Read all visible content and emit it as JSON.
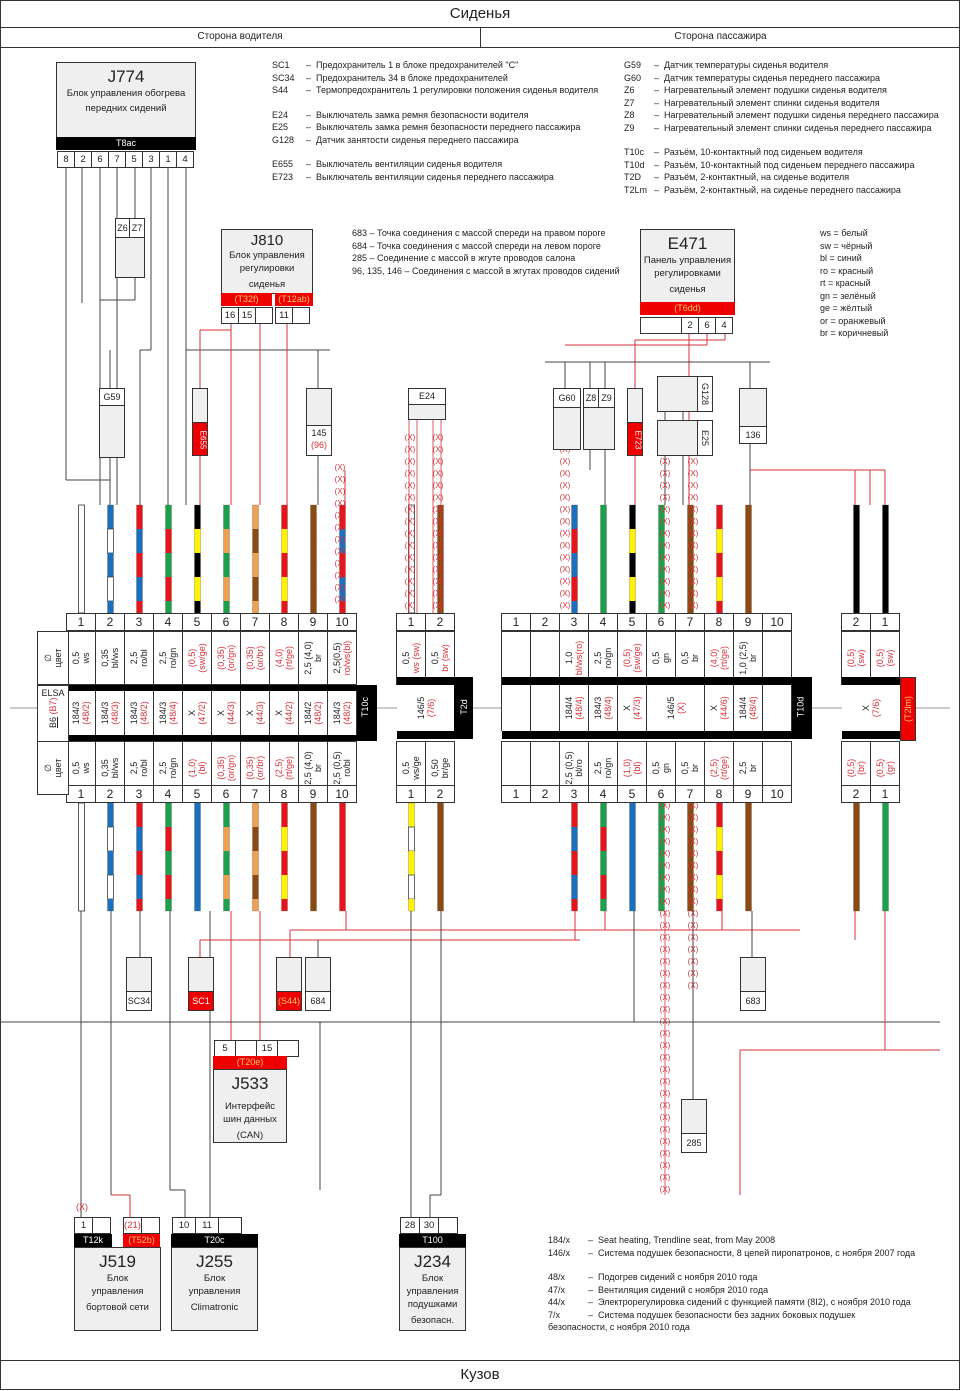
{
  "page": {
    "title": "Сиденья",
    "left_side": "Сторона водителя",
    "right_side": "Сторона пассажира",
    "footer": "Кузов"
  },
  "legend_top_left": [
    {
      "key": "SC1",
      "text": "Предохранитель 1 в блоке предохранителей \"C\""
    },
    {
      "key": "SC34",
      "text": "Предохранитель 34 в блоке предохранителей"
    },
    {
      "key": "S44",
      "text": "Термопредохранитель 1 регулировки положения сиденья водителя"
    },
    {
      "key": "",
      "text": ""
    },
    {
      "key": "E24",
      "text": "Выключатель замка ремня безопасности водителя"
    },
    {
      "key": "E25",
      "text": "Выключатель замка ремня безопасности переднего пассажира"
    },
    {
      "key": "G128",
      "text": "Датчик занятости сиденья переднего пассажира"
    },
    {
      "key": "",
      "text": ""
    },
    {
      "key": "E655",
      "text": "Выключатель вентиляции сиденья водителя"
    },
    {
      "key": "E723",
      "text": "Выключатель вентиляции сиденья переднего пассажира"
    }
  ],
  "legend_top_right": [
    {
      "key": "G59",
      "text": "Датчик температуры сиденья водителя"
    },
    {
      "key": "G60",
      "text": "Датчик температуры сиденья переднего пассажира"
    },
    {
      "key": "Z6",
      "text": "Нагревательный элемент подушки сиденья водителя"
    },
    {
      "key": "Z7",
      "text": "Нагревательный элемент спинки сиденья водителя"
    },
    {
      "key": "Z8",
      "text": "Нагревательный элемент подушки сиденья переднего пассажира"
    },
    {
      "key": "Z9",
      "text": "Нагревательный элемент спинки сиденья переднего пассажира"
    },
    {
      "key": "",
      "text": ""
    },
    {
      "key": "T10c",
      "text": "Разъём, 10-контактный под сиденьем водителя"
    },
    {
      "key": "T10d",
      "text": "Разъём, 10-контактный под сиденьем переднего пассажира"
    },
    {
      "key": "T2D",
      "text": "Разъём, 2-контактный, на сиденье водителя"
    },
    {
      "key": "T2Lm",
      "text": "Разъём, 2-контактный, на сиденье переднего пассажира"
    }
  ],
  "legend_ground": [
    {
      "key": "683",
      "text": "Точка соединения с массой спереди на правом пороге"
    },
    {
      "key": "684",
      "text": "Точка соединения с массой спереди на левом пороге"
    },
    {
      "key": "285",
      "text": "Соединение с массой в жгуте проводов  салона"
    },
    {
      "key": "96, 135, 146",
      "text": "Соединения с массой в жгутах проводов сидений"
    }
  ],
  "legend_colors": [
    {
      "key": "ws",
      "text": "белый"
    },
    {
      "key": "sw",
      "text": "чёрный"
    },
    {
      "key": "bl",
      "text": "синий"
    },
    {
      "key": "ro",
      "text": "красный"
    },
    {
      "key": "rt",
      "text": "красный"
    },
    {
      "key": "gn",
      "text": "зелёный"
    },
    {
      "key": "ge",
      "text": "жёлтый"
    },
    {
      "key": "or",
      "text": "оранжевый"
    },
    {
      "key": "br",
      "text": "коричневый"
    }
  ],
  "legend_bottom": [
    {
      "key": "184/x",
      "text": "Seat heating, Trendline seat, from May 2008"
    },
    {
      "key": "146/x",
      "text": "Система подушек безопасности, 8 цепей пиропатронов, с ноября 2007 года"
    },
    {
      "key": "",
      "text": ""
    },
    {
      "key": "48/x",
      "text": "Подогрев сидений с ноября 2010 года"
    },
    {
      "key": "47/x",
      "text": "Вентиляция сидений с ноября 2010 года"
    },
    {
      "key": "44/x",
      "text": "Электрорегулировка сидений с функцией памяти (8I2), с ноября 2010 года"
    },
    {
      "key": "7/x",
      "text": "Система подушек безопасности без задних боковых подушек"
    },
    {
      "key": "",
      "text": "безопасности, с ноября 2010 года"
    }
  ],
  "units": {
    "J774": {
      "code": "J774",
      "desc1": "Блок управления обогрева",
      "desc2": "передних сидений",
      "connector": "T8ac",
      "pins": [
        "8",
        "2",
        "6",
        "7",
        "5",
        "3",
        "1",
        "4"
      ]
    },
    "J810": {
      "code": "J810",
      "desc1": "Блок управления",
      "desc2": "регулировки",
      "desc3": "сиденья",
      "connector1": "(T32f)",
      "connector2": "(T12ab)",
      "pins1": [
        "16",
        "15",
        ""
      ],
      "pins2": [
        "11",
        ""
      ]
    },
    "E471": {
      "code": "E471",
      "desc1": "Панель управления",
      "desc2": "регулировками",
      "desc3": "сиденья",
      "connector": "(T6dd)",
      "pins": [
        "",
        "2",
        "6",
        "4"
      ]
    },
    "J533": {
      "code": "J533",
      "desc1": "Интерфейс",
      "desc2": "шин данных",
      "desc3": "(CAN)",
      "connector": "(T20e)",
      "pins": [
        "5",
        "",
        "15",
        ""
      ]
    },
    "J519": {
      "code": "J519",
      "desc1": "Блок",
      "desc2": "управления",
      "desc3": "бортовой сети",
      "connector1": "T12k",
      "connector2": "(T52b)",
      "pins1": [
        "1",
        ""
      ],
      "pins2": [
        "(21)",
        ""
      ],
      "note": "(X)"
    },
    "J255": {
      "code": "J255",
      "desc1": "Блок",
      "desc2": "управления",
      "desc3": "Climatronic",
      "connector": "T20c",
      "pins": [
        "10",
        "11",
        ""
      ]
    },
    "J234": {
      "code": "J234",
      "desc1": "Блок",
      "desc2": "управления",
      "desc3": "подушками",
      "desc4": "безопасн.",
      "connector": "T100",
      "pins": [
        "28",
        "30",
        ""
      ]
    }
  },
  "components": {
    "G59": "G59",
    "Z6": "Z6",
    "Z7": "Z7",
    "E655": "E655",
    "G145": "145",
    "G145_alt": "(96)",
    "E24": "E24",
    "G60": "G60",
    "Z8": "Z8",
    "Z9": "Z9",
    "E723": "E723",
    "G128": "G128",
    "E25": "E25",
    "G136": "136",
    "SC34": "SC34",
    "SC1": "SC1",
    "S44": "(S44)",
    "G684": "684",
    "G683": "683",
    "G285": "285"
  },
  "connectors": {
    "T10c": {
      "label": "T10c",
      "side_label_top": "ELSA",
      "side_label_b6": "B6",
      "side_label_b7": "(B7)",
      "diam_label": "∅\nцвет",
      "pins": [
        "1",
        "2",
        "3",
        "4",
        "5",
        "6",
        "7",
        "8",
        "9",
        "10"
      ],
      "top": [
        [
          "0,5",
          "ws"
        ],
        [
          "0,35",
          "bl/ws"
        ],
        [
          "2,5",
          "ro/bl"
        ],
        [
          "2,5",
          "ro/gn"
        ],
        [
          "(0,5)",
          "(sw/ge)"
        ],
        [
          "(0,35)",
          "(or/gn)"
        ],
        [
          "(0,35)",
          "(or/br)"
        ],
        [
          "(4,0)",
          "(rt/ge)"
        ],
        [
          "2,5 (4,0)",
          "br"
        ],
        [
          "2,5(0,5)",
          "ro/ws(bl)"
        ]
      ],
      "mid": [
        [
          "184/3",
          "(48/2)"
        ],
        [
          "184/3",
          "(48/3)"
        ],
        [
          "184/3",
          "(48/2)"
        ],
        [
          "184/3",
          "(48/4)"
        ],
        [
          "X",
          "(47/2)"
        ],
        [
          "X",
          "(44/3)"
        ],
        [
          "X",
          "(44/3)"
        ],
        [
          "X",
          "(44/2)"
        ],
        [
          "184/2",
          "(48/2)"
        ],
        [
          "184/3",
          "(48/2)"
        ]
      ],
      "bot": [
        [
          "0,5",
          "ws"
        ],
        [
          "0,35",
          "bl/ws"
        ],
        [
          "2,5",
          "ro/bl"
        ],
        [
          "2,5",
          "ro/gn"
        ],
        [
          "(1,0)",
          "(bl)"
        ],
        [
          "(0,35)",
          "(or/gn)"
        ],
        [
          "(0,35)",
          "(or/br)"
        ],
        [
          "(2,5)",
          "(rt/ge)"
        ],
        [
          "2,5 (4,0)",
          "br"
        ],
        [
          "2,5 (0,5)",
          "ro/bl"
        ]
      ]
    },
    "T2d": {
      "label": "T2d",
      "pins": [
        "1",
        "2"
      ],
      "top": [
        [
          "0,5",
          "ws (sw)"
        ],
        [
          "0,5",
          "br (sw)"
        ]
      ],
      "mid": [
        "146/5",
        "(7/6)"
      ],
      "bot": [
        [
          "0,5",
          "ws/ge"
        ],
        [
          "0,50",
          "br/ge"
        ]
      ]
    },
    "T10d": {
      "label": "T10d",
      "pins": [
        "1",
        "2",
        "3",
        "4",
        "5",
        "6",
        "7",
        "8",
        "9",
        "10"
      ],
      "top": [
        [
          "",
          ""
        ],
        [
          "",
          ""
        ],
        [
          "1,0",
          "bl/ws(ro)"
        ],
        [
          "2,5",
          "ro/gn"
        ],
        [
          "(0,5)",
          "(sw/ge)"
        ],
        [
          "0,5",
          "gn"
        ],
        [
          "0,5",
          "br"
        ],
        [
          "(4,0)",
          "(rt/ge)"
        ],
        [
          "1,0 (2,5)",
          "br"
        ],
        [
          "",
          ""
        ]
      ],
      "mid": [
        [
          "",
          ""
        ],
        [
          "",
          ""
        ],
        [
          "184/4",
          "(48/4)"
        ],
        [
          "184/3",
          "(48/4)"
        ],
        [
          "X",
          "(47/3)"
        ],
        [
          "146/5",
          "(X)"
        ],
        [
          "X",
          "(44/6)"
        ],
        [
          "184/4",
          "(48/4)"
        ],
        [
          "",
          ""
        ]
      ],
      "bot": [
        [
          "",
          ""
        ],
        [
          "",
          ""
        ],
        [
          "2,5 (0,5)",
          "bl/ro"
        ],
        [
          "2,5",
          "ro/gn"
        ],
        [
          "(1,0)",
          "(bl)"
        ],
        [
          "0,5",
          "gn"
        ],
        [
          "0,5",
          "br"
        ],
        [
          "(2,5)",
          "(rt/ge)"
        ],
        [
          "2,5",
          "br"
        ],
        [
          "",
          ""
        ]
      ]
    },
    "T2lm": {
      "label": "(T2lm)",
      "pins": [
        "2",
        "1"
      ],
      "top": [
        [
          "(0,5)",
          "(sw)"
        ],
        [
          "(0,5)",
          "(sw)"
        ]
      ],
      "mid": [
        "X",
        "(7/6)"
      ],
      "bot": [
        [
          "(0,5)",
          "(br)"
        ],
        [
          "(0,5)",
          "(gr)"
        ]
      ]
    }
  },
  "colors": {
    "ws": "#ffffff",
    "sw": "#000000",
    "bl": "#1a6fbf",
    "ro": "#e8141c",
    "gn": "#1ba14b",
    "ge": "#fff200",
    "or": "#f0a050",
    "br": "#8b4a12",
    "accent_red": "#e00000",
    "annotation_red": "#d6313a"
  },
  "wires_upper_t10c": [
    [
      "ws"
    ],
    [
      "bl",
      "ws"
    ],
    [
      "ro",
      "bl"
    ],
    [
      "gn",
      "ro"
    ],
    [
      "sw",
      "ge"
    ],
    [
      "gn",
      "or"
    ],
    [
      "or",
      "br"
    ],
    [
      "ro",
      "ge"
    ],
    [
      "br"
    ],
    [
      "ro",
      "bl"
    ]
  ],
  "wires_lower_t10c": [
    [
      "ws"
    ],
    [
      "bl",
      "ws"
    ],
    [
      "ro",
      "bl"
    ],
    [
      "gn",
      "ro"
    ],
    [
      "bl"
    ],
    [
      "gn",
      "or"
    ],
    [
      "or",
      "br"
    ],
    [
      "ro",
      "ge"
    ],
    [
      "br"
    ],
    [
      "ro"
    ]
  ],
  "wires_upper_t2d": [
    [
      "ws"
    ],
    [
      "br"
    ]
  ],
  "wires_lower_t2d": [
    [
      "ge",
      "ws"
    ],
    [
      "br"
    ]
  ],
  "wires_upper_t10d": [
    null,
    null,
    [
      "bl",
      "ro"
    ],
    [
      "gn"
    ],
    [
      "sw",
      "ge"
    ],
    [
      "gn"
    ],
    [
      "br"
    ],
    [
      "ro",
      "ge"
    ],
    [
      "br"
    ],
    null
  ],
  "wires_lower_t10d": [
    null,
    null,
    [
      "ro",
      "bl"
    ],
    [
      "gn",
      "ro"
    ],
    [
      "bl"
    ],
    [
      "gn"
    ],
    [
      "br"
    ],
    [
      "ro",
      "ge"
    ],
    [
      "br"
    ],
    null
  ],
  "wires_upper_t2lm": [
    [
      "sw"
    ],
    [
      "sw"
    ]
  ],
  "wires_lower_t2lm": [
    [
      "br"
    ],
    [
      "gn"
    ]
  ]
}
